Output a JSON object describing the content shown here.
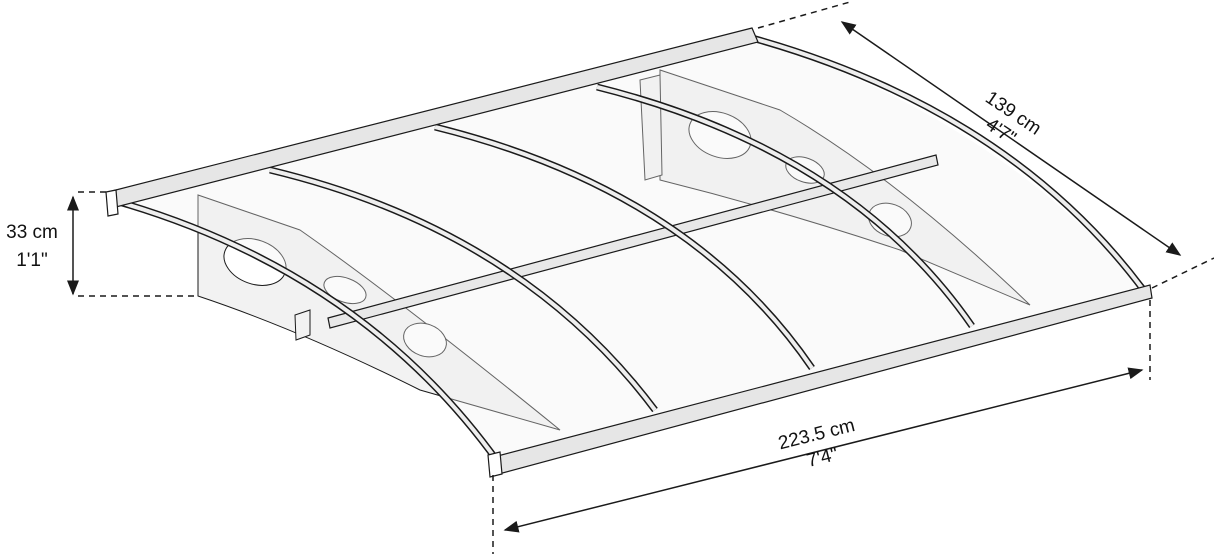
{
  "dimensions": {
    "depth": {
      "metric": "139 cm",
      "imperial": "4'7\""
    },
    "height": {
      "metric": "33 cm",
      "imperial": "1'1\""
    },
    "width": {
      "metric": "223.5 cm",
      "imperial": "7'4\""
    }
  },
  "colors": {
    "line": "#1a1a1a",
    "panel": "#f4f4f4",
    "frame": "#e6e6e6"
  }
}
